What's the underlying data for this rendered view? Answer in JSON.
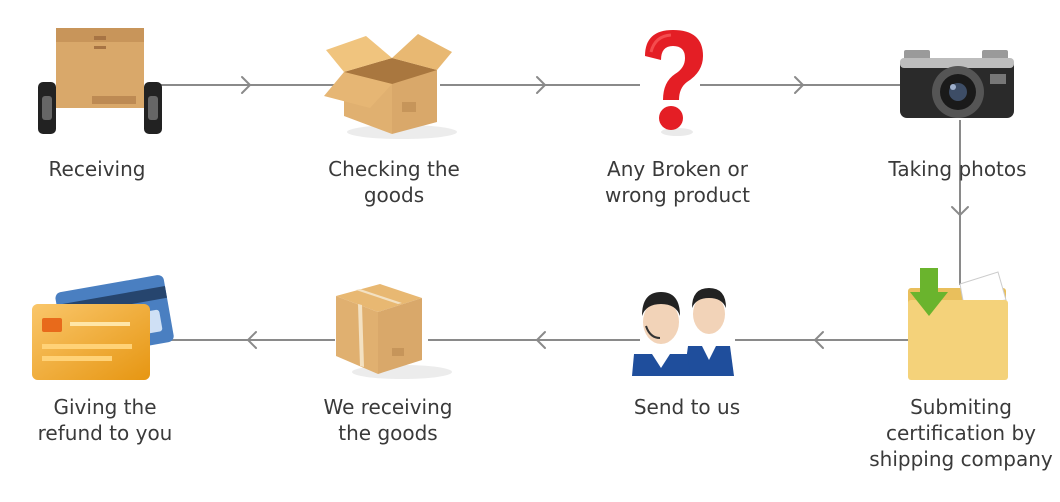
{
  "steps": [
    {
      "id": "receiving",
      "icon": "box-on-wheels-icon",
      "lines": [
        "Receiving"
      ]
    },
    {
      "id": "checking",
      "icon": "open-box-icon",
      "lines": [
        "Checking the",
        "goods"
      ]
    },
    {
      "id": "broken",
      "icon": "question-mark-icon",
      "lines": [
        "Any Broken or",
        "wrong product"
      ]
    },
    {
      "id": "photos",
      "icon": "camera-icon",
      "lines": [
        "Taking photos"
      ]
    },
    {
      "id": "submitting",
      "icon": "folder-download-icon",
      "lines": [
        "Submiting",
        "certification by",
        "shipping company"
      ]
    },
    {
      "id": "send",
      "icon": "support-agents-icon",
      "lines": [
        "Send to us"
      ]
    },
    {
      "id": "we-receiving",
      "icon": "sealed-box-icon",
      "lines": [
        "We receiving",
        "the goods"
      ]
    },
    {
      "id": "refund",
      "icon": "credit-cards-icon",
      "lines": [
        "Giving the",
        "refund to you"
      ]
    }
  ],
  "colors": {
    "line": "#8a8a8a",
    "text": "#3a3a3a",
    "cardboard": "#d9a86a",
    "question": "#e41e25",
    "folder": "#f4d27a",
    "arrow_green": "#6ab42d",
    "card_orange": "#f7a81b",
    "card_blue": "#4a7fc1",
    "agent_blue": "#1f4e9c"
  }
}
